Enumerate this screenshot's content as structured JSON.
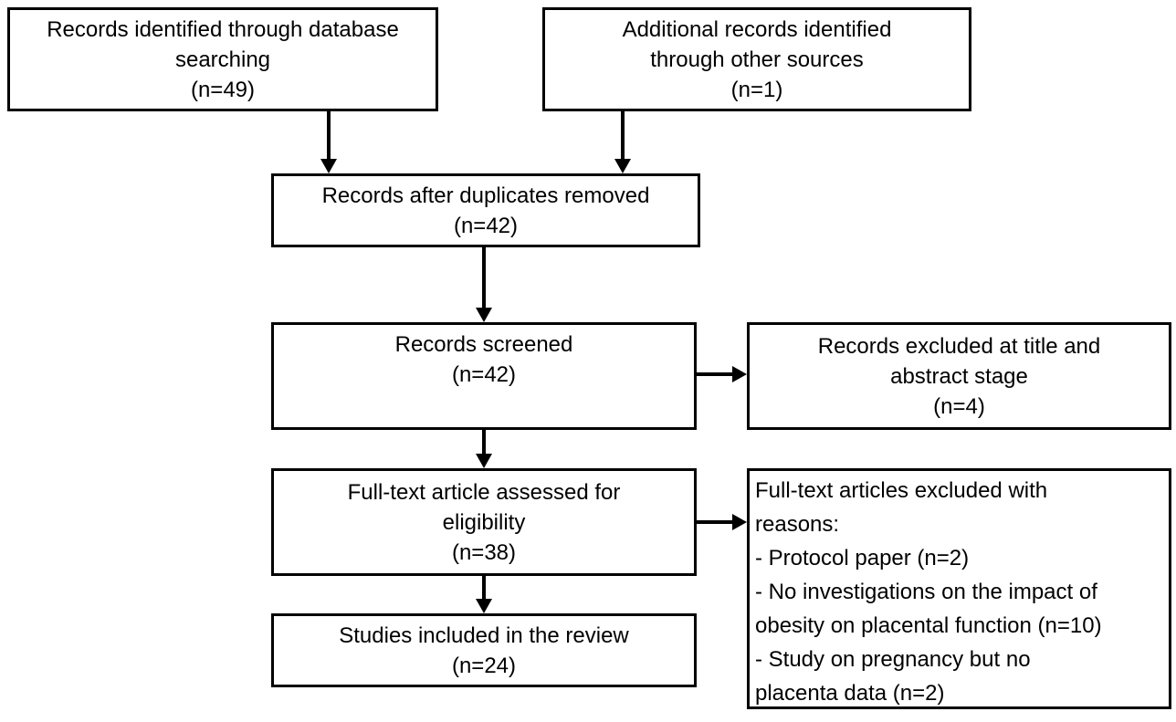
{
  "colors": {
    "background": "#ffffff",
    "box_border": "#000000",
    "text": "#000000",
    "arrow": "#000000"
  },
  "flow": {
    "boxes": {
      "identified": {
        "label": "Records identified through database\nsearching\n(n=49)",
        "n": 49
      },
      "other_sources": {
        "label": "Additional records identified\nthrough other sources\n(n=1)",
        "n": 1
      },
      "after_duplicates": {
        "label": "Records after duplicates removed\n(n=42)",
        "n": 42
      },
      "screened": {
        "label": "Records screened\n(n=42)",
        "n": 42
      },
      "excluded_title_abstract": {
        "label": "Records excluded at title and\nabstract stage\n(n=4)",
        "n": 4
      },
      "fulltext_assessed": {
        "label": "Full-text article assessed for\neligibility\n(n=38)",
        "n": 38
      },
      "fulltext_excluded": {
        "label": "Full-text articles excluded with\nreasons:\n- Protocol paper (n=2)\n- No investigations on the impact of\nobesity on placental function (n=10)\n- Study on pregnancy but no\nplacenta data (n=2)",
        "reasons": [
          {
            "reason": "Protocol paper",
            "n": 2
          },
          {
            "reason": "No investigations on the impact of obesity on placental function",
            "n": 10
          },
          {
            "reason": "Study on pregnancy but no placenta data",
            "n": 2
          }
        ]
      },
      "included": {
        "label": "Studies included in the review\n(n=24)",
        "n": 24
      }
    },
    "edges": [
      {
        "from": "identified",
        "to": "after_duplicates"
      },
      {
        "from": "other_sources",
        "to": "after_duplicates"
      },
      {
        "from": "after_duplicates",
        "to": "screened"
      },
      {
        "from": "screened",
        "to": "excluded_title_abstract"
      },
      {
        "from": "screened",
        "to": "fulltext_assessed"
      },
      {
        "from": "fulltext_assessed",
        "to": "fulltext_excluded"
      },
      {
        "from": "fulltext_assessed",
        "to": "included"
      }
    ]
  }
}
